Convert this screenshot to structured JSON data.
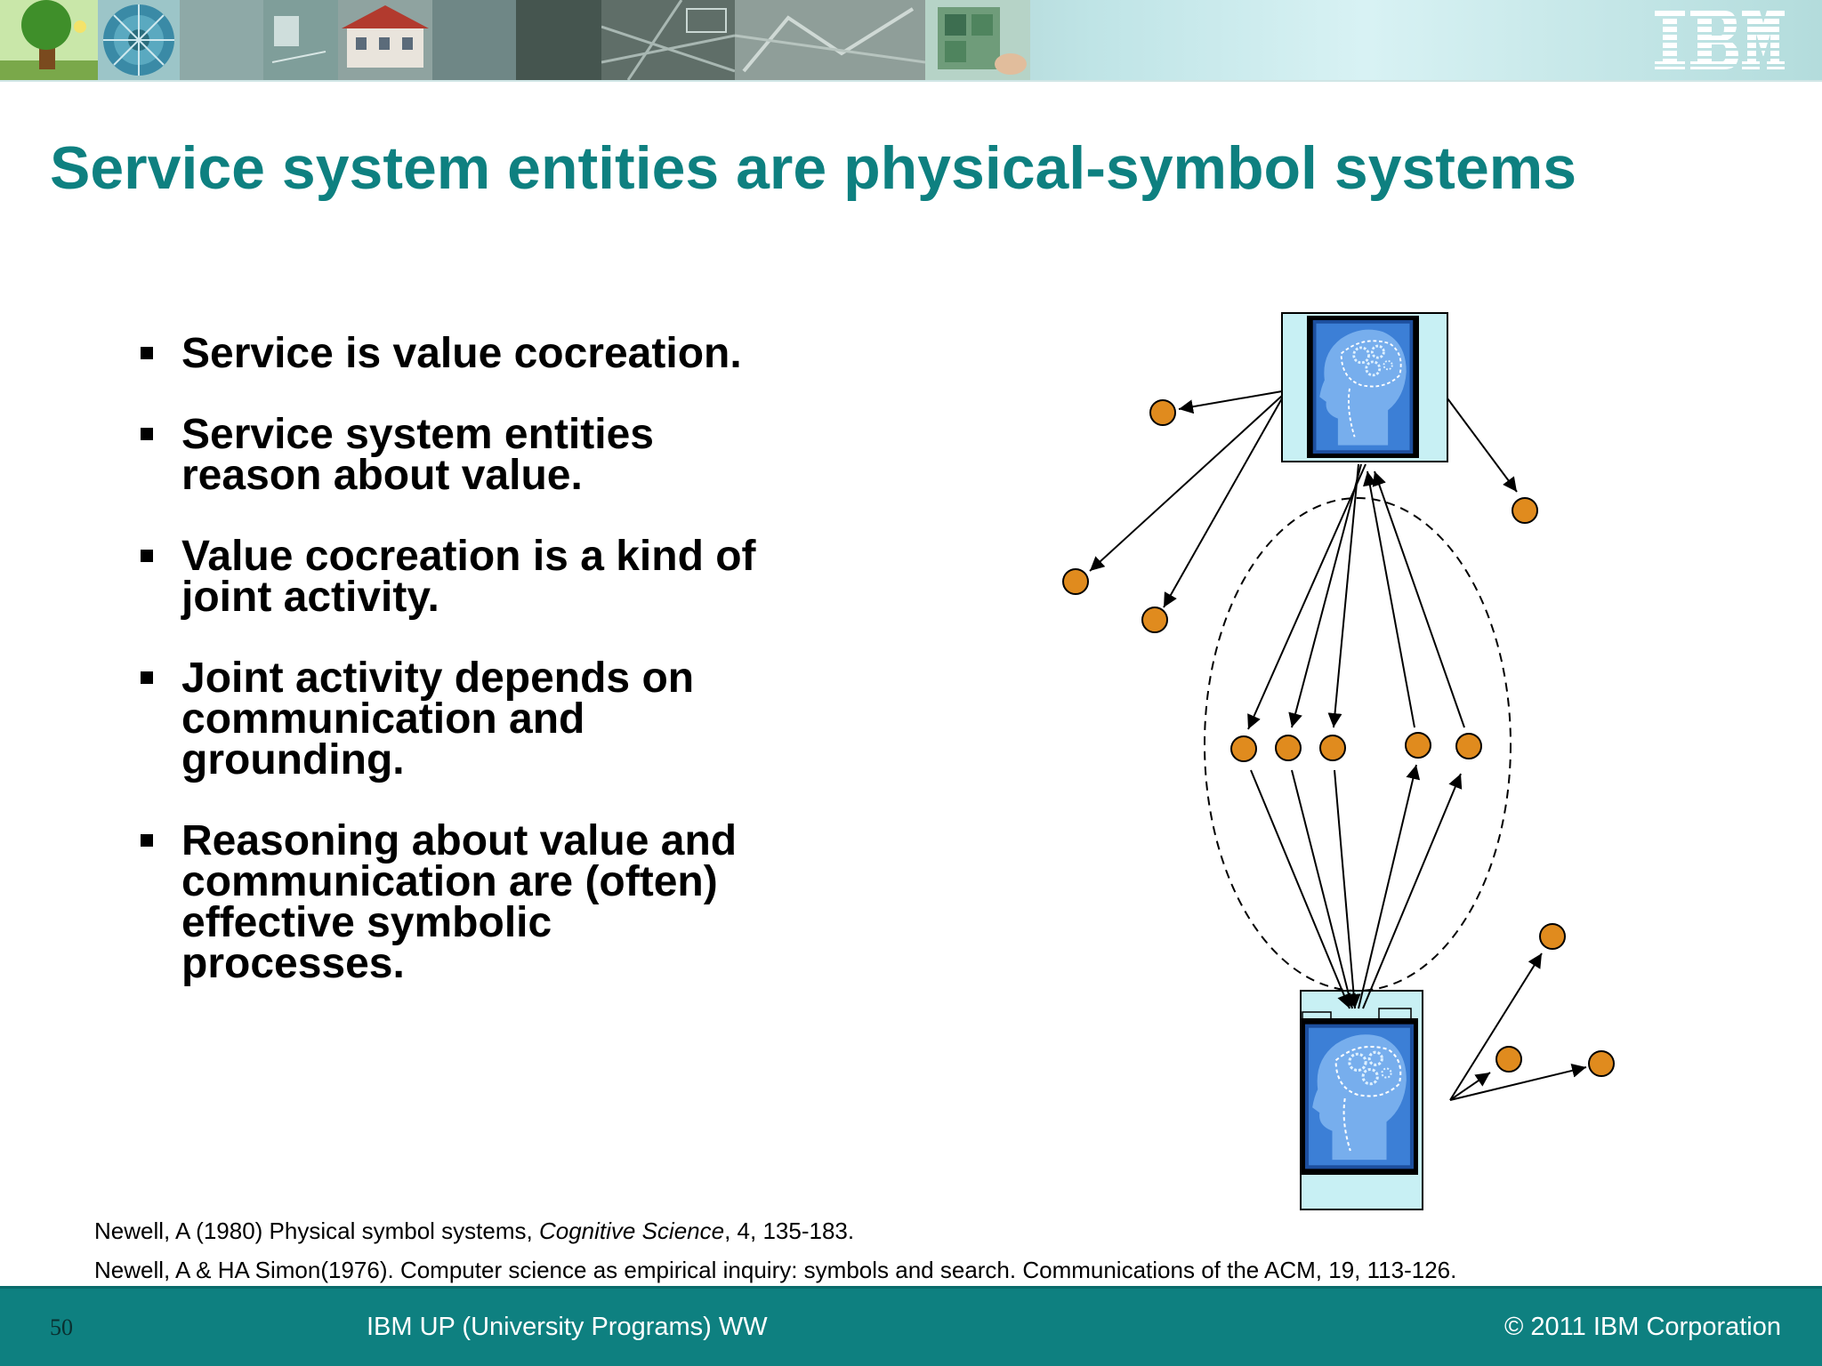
{
  "slide": {
    "title": "Service system entities are physical-symbol systems",
    "bullets": [
      "Service is value cocreation.",
      "Service system entities reason about value.",
      "Value cocreation is a kind of joint activity.",
      "Joint activity depends on communication and grounding.",
      "Reasoning about value and communication are (often) effective symbolic processes."
    ],
    "references": {
      "ref1": {
        "before": "Newell, A (1980) Physical symbol systems, ",
        "journal": "Cognitive Science",
        "after": ", 4, 135-183."
      },
      "ref2": "Newell, A & HA Simon(1976). Computer science as empirical inquiry: symbols and search. Communications of the ACM, 19, 113-126."
    }
  },
  "header": {
    "logo": "IBM",
    "image_strip": [
      "tree-icon",
      "wheel-icon",
      "lamp-icon",
      "house-icon",
      "roads-icon",
      "map-icon",
      "hand-board-icon"
    ]
  },
  "footer": {
    "page_number": "50",
    "center_text": "IBM UP (University Programs) WW",
    "right_text": "© 2011 IBM Corporation"
  },
  "diagram": {
    "node_color": "#e08b1e",
    "frame_color": "#c8f0f4",
    "head_color": "#2d6fd1"
  },
  "colors": {
    "title": "#0e8080",
    "footer_bg": "#0e8080"
  }
}
